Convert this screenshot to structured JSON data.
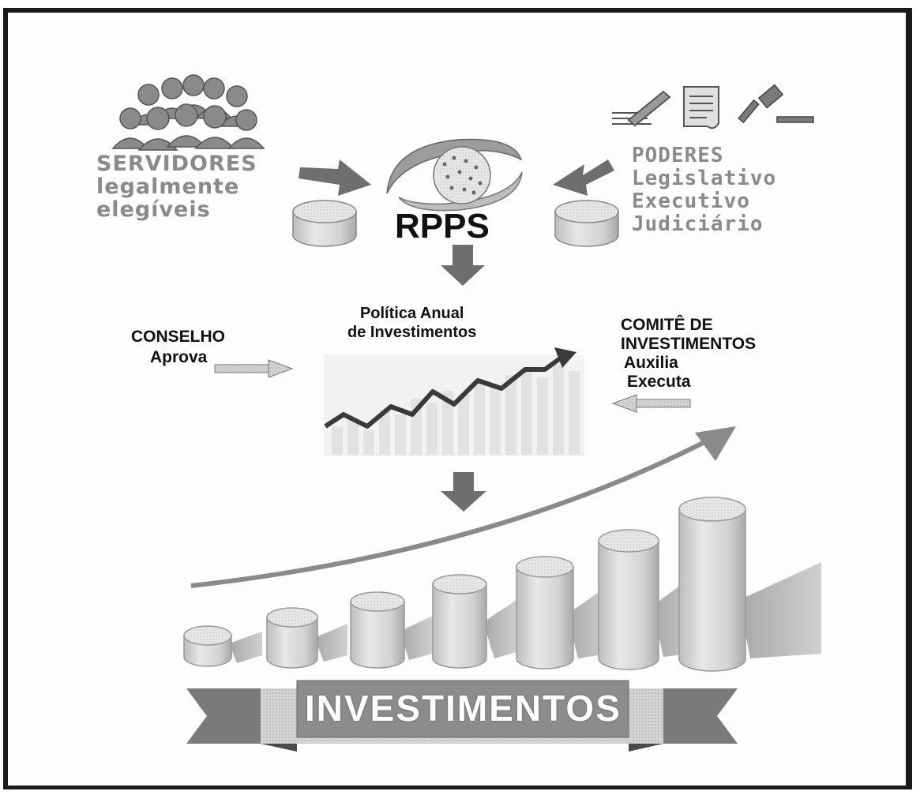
{
  "servidores": {
    "title": "SERVIDORES",
    "line2": "legalmente",
    "line3": "elegíveis"
  },
  "poderes": {
    "title": "PODERES",
    "line2": "Legislativo",
    "line3": "Executivo",
    "line4": "Judiciário"
  },
  "rpps": {
    "label": "RPPS"
  },
  "politica": {
    "line1": "Política  Anual",
    "line2": "de Investimentos"
  },
  "conselho": {
    "line1": "CONSELHO",
    "line2": "Aprova"
  },
  "comite": {
    "line1": "COMITÊ DE",
    "line2": "INVESTIMENTOS",
    "line3": "Auxilia",
    "line4": "Executa"
  },
  "banner": {
    "label": "INVESTIMENTOS"
  },
  "icons": [
    "people-group-icon",
    "signing-pen-icon",
    "document-scroll-icon",
    "gavel-icon",
    "rpps-logo-icon",
    "coin-stack-icon",
    "growth-chart-icon"
  ],
  "colors": {
    "frame": "#1a1a1a",
    "gray_text": "#8a8a8a",
    "arrow": "#6e6e6e",
    "banner": "#8c8c8c",
    "coin": "#d2d2d2"
  }
}
